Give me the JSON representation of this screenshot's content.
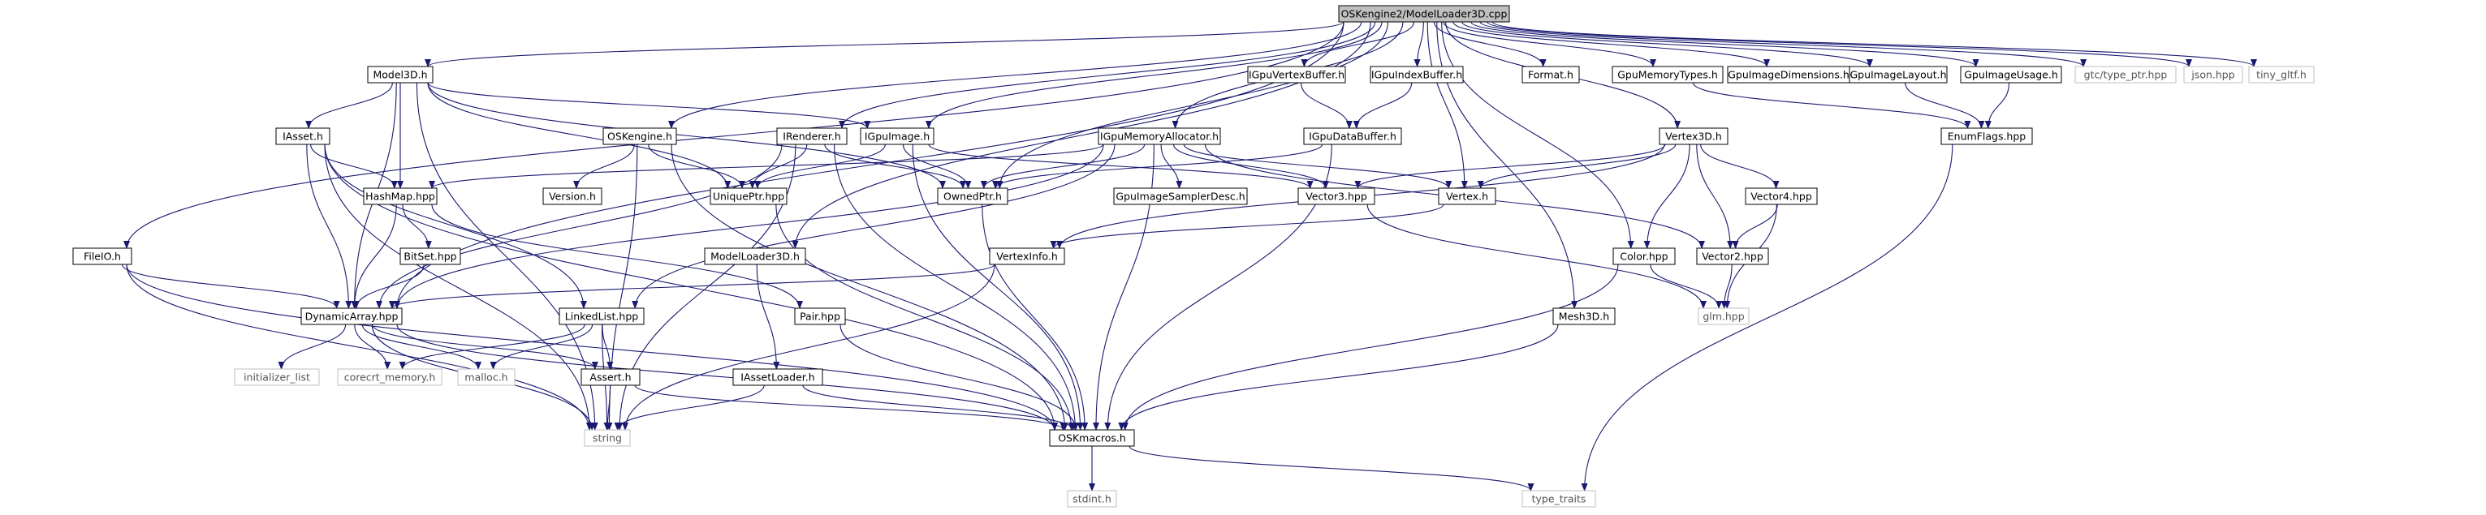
{
  "diagram": {
    "root": "OSKengine2/ModelLoader3D.cpp",
    "colors": {
      "edge": "#191970",
      "root_fill": "#bfbfbf",
      "local_border": "#000000",
      "system_border": "#bfbfbf"
    },
    "nodes": [
      {
        "id": "root",
        "label": "OSKengine2/ModelLoader3D.cpp",
        "kind": "root"
      },
      {
        "id": "model3d",
        "label": "Model3D.h",
        "kind": "local"
      },
      {
        "id": "igpuvertexbuffer",
        "label": "IGpuVertexBuffer.h",
        "kind": "local"
      },
      {
        "id": "igpuindexbuffer",
        "label": "IGpuIndexBuffer.h",
        "kind": "local"
      },
      {
        "id": "format",
        "label": "Format.h",
        "kind": "local"
      },
      {
        "id": "gpumemorytypes",
        "label": "GpuMemoryTypes.h",
        "kind": "local"
      },
      {
        "id": "gpuimagedimensions",
        "label": "GpuImageDimensions.h",
        "kind": "local"
      },
      {
        "id": "gpuimagelayout",
        "label": "GpuImageLayout.h",
        "kind": "local"
      },
      {
        "id": "gpuimageusage",
        "label": "GpuImageUsage.h",
        "kind": "local"
      },
      {
        "id": "gtctypeptr",
        "label": "gtc/type_ptr.hpp",
        "kind": "system"
      },
      {
        "id": "jsonhpp",
        "label": "json.hpp",
        "kind": "system"
      },
      {
        "id": "tinygltf",
        "label": "tiny_gltf.h",
        "kind": "system"
      },
      {
        "id": "igpudatabuffer",
        "label": "IGpuDataBuffer.h",
        "kind": "local"
      },
      {
        "id": "enumflags",
        "label": "EnumFlags.hpp",
        "kind": "local"
      },
      {
        "id": "iasset",
        "label": "IAsset.h",
        "kind": "local"
      },
      {
        "id": "oskengine",
        "label": "OSKengine.h",
        "kind": "local"
      },
      {
        "id": "irenderer",
        "label": "IRenderer.h",
        "kind": "local"
      },
      {
        "id": "igpuimage",
        "label": "IGpuImage.h",
        "kind": "local"
      },
      {
        "id": "igpumemoryallocator",
        "label": "IGpuMemoryAllocator.h",
        "kind": "local"
      },
      {
        "id": "vertex3d",
        "label": "Vertex3D.h",
        "kind": "local"
      },
      {
        "id": "hashmap",
        "label": "HashMap.hpp",
        "kind": "local"
      },
      {
        "id": "version",
        "label": "Version.h",
        "kind": "local"
      },
      {
        "id": "uniqueptr",
        "label": "UniquePtr.hpp",
        "kind": "local"
      },
      {
        "id": "ownedptr",
        "label": "OwnedPtr.h",
        "kind": "local"
      },
      {
        "id": "gpuimagesamplerdesc",
        "label": "GpuImageSamplerDesc.h",
        "kind": "local"
      },
      {
        "id": "vector3",
        "label": "Vector3.hpp",
        "kind": "local"
      },
      {
        "id": "vertex",
        "label": "Vertex.h",
        "kind": "local"
      },
      {
        "id": "vector4",
        "label": "Vector4.hpp",
        "kind": "local"
      },
      {
        "id": "bitset",
        "label": "BitSet.hpp",
        "kind": "local"
      },
      {
        "id": "fileio",
        "label": "FileIO.h",
        "kind": "local"
      },
      {
        "id": "modelloader3d",
        "label": "ModelLoader3D.h",
        "kind": "local"
      },
      {
        "id": "vertexinfo",
        "label": "VertexInfo.h",
        "kind": "local"
      },
      {
        "id": "color",
        "label": "Color.hpp",
        "kind": "local"
      },
      {
        "id": "vector2",
        "label": "Vector2.hpp",
        "kind": "local"
      },
      {
        "id": "dynamicarray",
        "label": "DynamicArray.hpp",
        "kind": "local"
      },
      {
        "id": "linkedlist",
        "label": "LinkedList.hpp",
        "kind": "local"
      },
      {
        "id": "pair",
        "label": "Pair.hpp",
        "kind": "local"
      },
      {
        "id": "mesh3d",
        "label": "Mesh3D.h",
        "kind": "local"
      },
      {
        "id": "glm",
        "label": "glm.hpp",
        "kind": "system"
      },
      {
        "id": "initializerlist",
        "label": "initializer_list",
        "kind": "system"
      },
      {
        "id": "corecrtmemory",
        "label": "corecrt_memory.h",
        "kind": "system"
      },
      {
        "id": "malloc",
        "label": "malloc.h",
        "kind": "system"
      },
      {
        "id": "assert",
        "label": "Assert.h",
        "kind": "local"
      },
      {
        "id": "iassetloader",
        "label": "IAssetLoader.h",
        "kind": "local"
      },
      {
        "id": "string",
        "label": "string",
        "kind": "system"
      },
      {
        "id": "oskmacros",
        "label": "OSKmacros.h",
        "kind": "local"
      },
      {
        "id": "stdint",
        "label": "stdint.h",
        "kind": "system"
      },
      {
        "id": "typetraits",
        "label": "type_traits",
        "kind": "system"
      }
    ],
    "edges": [
      [
        "root",
        "model3d"
      ],
      [
        "root",
        "igpuvertexbuffer"
      ],
      [
        "root",
        "igpuindexbuffer"
      ],
      [
        "root",
        "format"
      ],
      [
        "root",
        "gpumemorytypes"
      ],
      [
        "root",
        "gpuimagedimensions"
      ],
      [
        "root",
        "gpuimagelayout"
      ],
      [
        "root",
        "gpuimageusage"
      ],
      [
        "root",
        "gtctypeptr"
      ],
      [
        "root",
        "jsonhpp"
      ],
      [
        "root",
        "tinygltf"
      ],
      [
        "root",
        "fileio"
      ],
      [
        "root",
        "dynamicarray"
      ],
      [
        "root",
        "oskengine"
      ],
      [
        "root",
        "irenderer"
      ],
      [
        "root",
        "igpuimage"
      ],
      [
        "root",
        "ownedptr"
      ],
      [
        "root",
        "igpumemoryallocator"
      ],
      [
        "root",
        "vertex"
      ],
      [
        "root",
        "color"
      ],
      [
        "root",
        "vertex3d"
      ],
      [
        "root",
        "mesh3d"
      ],
      [
        "root",
        "modelloader3d"
      ],
      [
        "model3d",
        "iasset"
      ],
      [
        "model3d",
        "hashmap"
      ],
      [
        "model3d",
        "string"
      ],
      [
        "model3d",
        "dynamicarray"
      ],
      [
        "model3d",
        "uniqueptr"
      ],
      [
        "model3d",
        "igpuimage"
      ],
      [
        "model3d",
        "ownedptr"
      ],
      [
        "iasset",
        "hashmap"
      ],
      [
        "iasset",
        "dynamicarray"
      ],
      [
        "iasset",
        "string"
      ],
      [
        "iasset",
        "oskmacros"
      ],
      [
        "iasset",
        "linkedlist"
      ],
      [
        "oskengine",
        "version"
      ],
      [
        "oskengine",
        "uniqueptr"
      ],
      [
        "oskengine",
        "string"
      ],
      [
        "oskengine",
        "oskmacros"
      ],
      [
        "irenderer",
        "dynamicarray"
      ],
      [
        "irenderer",
        "uniqueptr"
      ],
      [
        "irenderer",
        "ownedptr"
      ],
      [
        "irenderer",
        "string"
      ],
      [
        "irenderer",
        "oskmacros"
      ],
      [
        "igpuimage",
        "uniqueptr"
      ],
      [
        "igpuimage",
        "ownedptr"
      ],
      [
        "igpuimage",
        "vector3"
      ],
      [
        "igpuimage",
        "oskmacros"
      ],
      [
        "igpumemoryallocator",
        "hashmap"
      ],
      [
        "igpumemoryallocator",
        "ownedptr"
      ],
      [
        "igpumemoryallocator",
        "gpuimagesamplerdesc"
      ],
      [
        "igpumemoryallocator",
        "vector3"
      ],
      [
        "igpumemoryallocator",
        "vertex"
      ],
      [
        "igpumemoryallocator",
        "vector2"
      ],
      [
        "igpumemoryallocator",
        "dynamicarray"
      ],
      [
        "igpumemoryallocator",
        "linkedlist"
      ],
      [
        "igpumemoryallocator",
        "oskmacros"
      ],
      [
        "igpuvertexbuffer",
        "igpudatabuffer"
      ],
      [
        "igpuindexbuffer",
        "igpudatabuffer"
      ],
      [
        "igpudatabuffer",
        "ownedptr"
      ],
      [
        "igpudatabuffer",
        "oskmacros"
      ],
      [
        "gpumemorytypes",
        "enumflags"
      ],
      [
        "gpuimageusage",
        "enumflags"
      ],
      [
        "gpuimagelayout",
        "enumflags"
      ],
      [
        "enumflags",
        "typetraits"
      ],
      [
        "vertex3d",
        "vector3"
      ],
      [
        "vertex3d",
        "vertex"
      ],
      [
        "vertex3d",
        "vector4"
      ],
      [
        "vertex3d",
        "color"
      ],
      [
        "vertex3d",
        "vector2"
      ],
      [
        "vertex3d",
        "vertexinfo"
      ],
      [
        "hashmap",
        "bitset"
      ],
      [
        "hashmap",
        "dynamicarray"
      ],
      [
        "hashmap",
        "pair"
      ],
      [
        "bitset",
        "dynamicarray"
      ],
      [
        "uniqueptr",
        "oskmacros"
      ],
      [
        "ownedptr",
        "oskmacros"
      ],
      [
        "vector3",
        "glm"
      ],
      [
        "vertex",
        "vertexinfo"
      ],
      [
        "vector4",
        "vector2"
      ],
      [
        "vector4",
        "glm"
      ],
      [
        "vector2",
        "glm"
      ],
      [
        "color",
        "glm"
      ],
      [
        "color",
        "oskmacros"
      ],
      [
        "fileio",
        "dynamicarray"
      ],
      [
        "fileio",
        "string"
      ],
      [
        "fileio",
        "oskmacros"
      ],
      [
        "modelloader3d",
        "iassetloader"
      ],
      [
        "vertexinfo",
        "dynamicarray"
      ],
      [
        "vertexinfo",
        "string"
      ],
      [
        "dynamicarray",
        "initializerlist"
      ],
      [
        "dynamicarray",
        "corecrtmemory"
      ],
      [
        "dynamicarray",
        "malloc"
      ],
      [
        "dynamicarray",
        "assert"
      ],
      [
        "dynamicarray",
        "string"
      ],
      [
        "dynamicarray",
        "oskmacros"
      ],
      [
        "linkedlist",
        "corecrtmemory"
      ],
      [
        "linkedlist",
        "malloc"
      ],
      [
        "linkedlist",
        "assert"
      ],
      [
        "linkedlist",
        "string"
      ],
      [
        "pair",
        "oskmacros"
      ],
      [
        "assert",
        "string"
      ],
      [
        "assert",
        "oskmacros"
      ],
      [
        "iassetloader",
        "string"
      ],
      [
        "iassetloader",
        "oskmacros"
      ],
      [
        "mesh3d",
        "oskmacros"
      ],
      [
        "oskmacros",
        "stdint"
      ],
      [
        "oskmacros",
        "typetraits"
      ]
    ]
  }
}
